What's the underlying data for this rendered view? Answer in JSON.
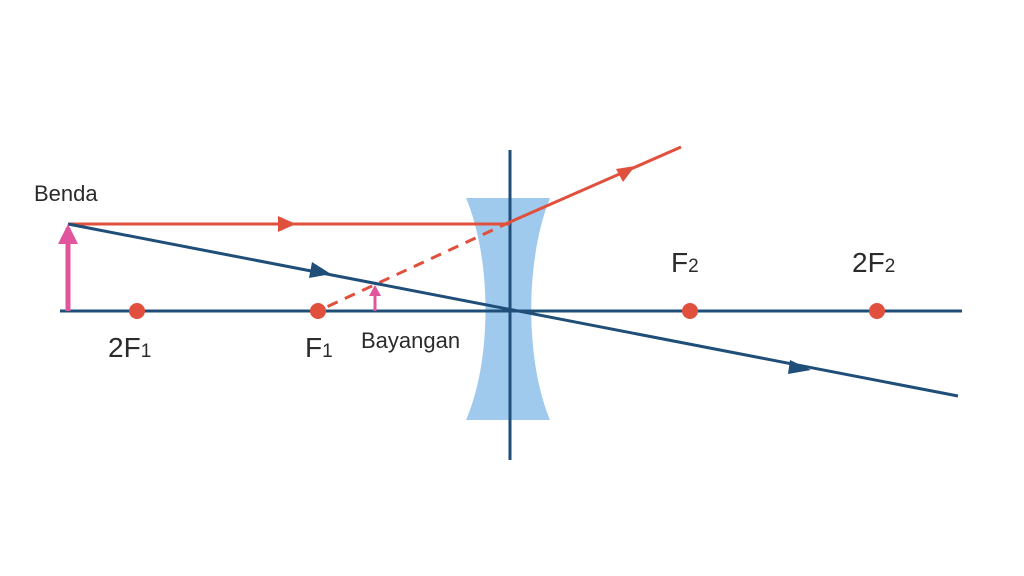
{
  "labels": {
    "object": "Benda",
    "image": "Bayangan",
    "f1": "F",
    "f1_sub": "1",
    "twof1": "2F",
    "twof1_sub": "1",
    "f2": "F",
    "f2_sub": "2",
    "twof2": "2F",
    "twof2_sub": "2"
  },
  "colors": {
    "axis": "#1f4e79",
    "ray_red": "#e0503c",
    "ray_blue": "#1f4e79",
    "object_arrow": "#e0559b",
    "lens_fill": "#8ec1ea",
    "focal_point": "#e0503c",
    "text": "#2b2b2b"
  }
}
